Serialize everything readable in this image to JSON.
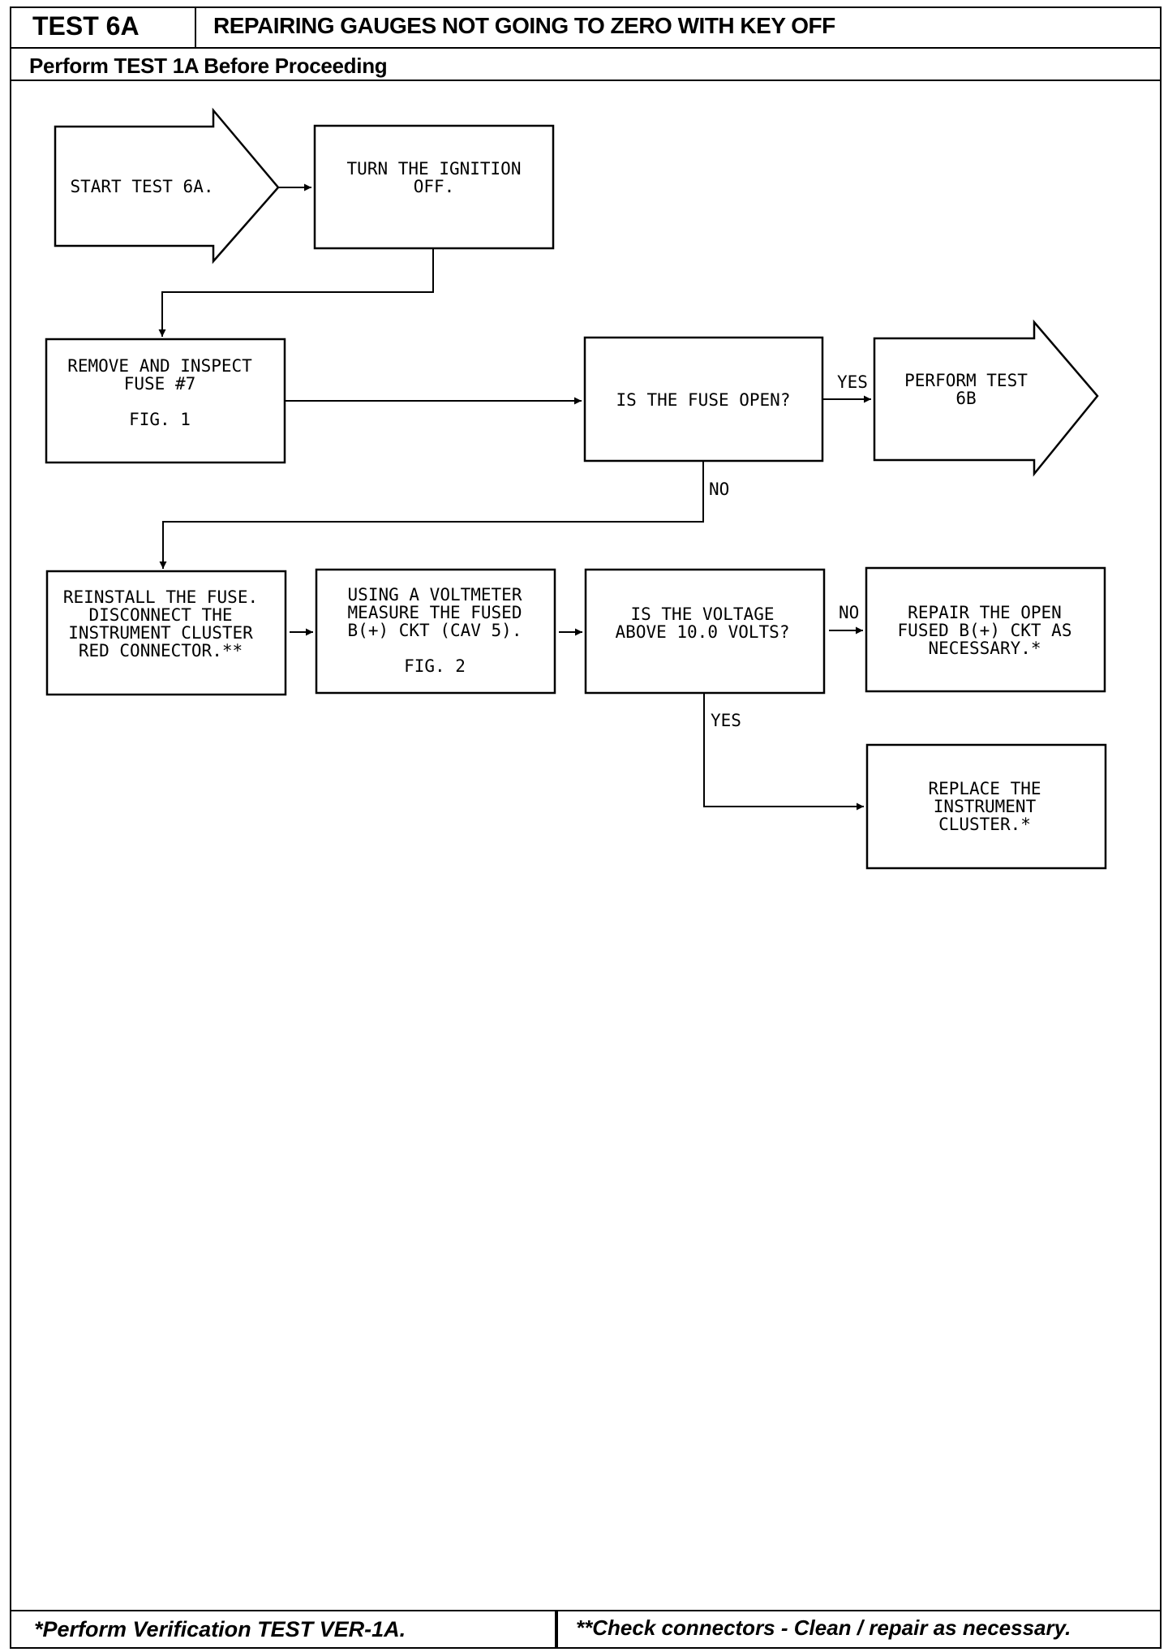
{
  "header": {
    "test_id": "TEST 6A",
    "title": "REPAIRING GAUGES NOT GOING TO ZERO WITH KEY OFF",
    "subtitle": "Perform TEST 1A Before Proceeding"
  },
  "flowchart": {
    "start": [
      "START TEST 6A."
    ],
    "ignition": [
      "TURN THE IGNITION",
      "OFF."
    ],
    "fuse_inspect": [
      "REMOVE AND INSPECT",
      "FUSE #7",
      "",
      "FIG. 1"
    ],
    "fuse_open_q": [
      "IS THE FUSE OPEN?"
    ],
    "perform_6b": [
      "PERFORM TEST",
      "6B"
    ],
    "reinstall": [
      "REINSTALL THE FUSE.",
      "DISCONNECT THE",
      "INSTRUMENT CLUSTER",
      "RED CONNECTOR.**"
    ],
    "voltmeter": [
      "USING A VOLTMETER",
      "MEASURE THE FUSED",
      "B(+) CKT (CAV 5).",
      "",
      "FIG. 2"
    ],
    "voltage_q": [
      "IS THE VOLTAGE",
      "ABOVE 10.0 VOLTS?"
    ],
    "repair": [
      "REPAIR THE OPEN",
      "FUSED B(+) CKT AS",
      "NECESSARY.*"
    ],
    "replace": [
      "REPLACE THE",
      "INSTRUMENT",
      "CLUSTER.*"
    ],
    "labels": {
      "yes_1": "YES",
      "no_1": "NO",
      "no_2": "NO",
      "yes_2": "YES"
    }
  },
  "footer": {
    "left": "*Perform Verification TEST VER-1A.",
    "right": "**Check connectors - Clean / repair as necessary."
  }
}
